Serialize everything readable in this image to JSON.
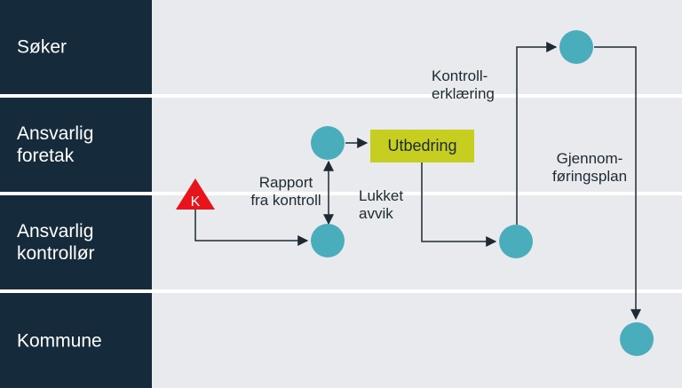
{
  "lanes": [
    {
      "label": "Søker"
    },
    {
      "label": "Ansvarlig\nforetak"
    },
    {
      "label": "Ansvarlig\nkontrollør"
    },
    {
      "label": "Kommune"
    }
  ],
  "nodes": {
    "k_marker": "K",
    "utbedring": "Utbedring"
  },
  "edge_labels": {
    "rapport": "Rapport\nfra kontroll",
    "lukket": "Lukket\navvik",
    "kontroll": "Kontroll-\nerklæring",
    "gjennomforing": "Gjennom-\nføringsplan"
  },
  "colors": {
    "lane_label_bg": "#152b3c",
    "lane_bg": "#e9eaed",
    "node_circle": "#4aadbb",
    "utbedring_box": "#c6cf1f",
    "k_marker": "#e8141b",
    "arrow": "#1e2a33"
  }
}
